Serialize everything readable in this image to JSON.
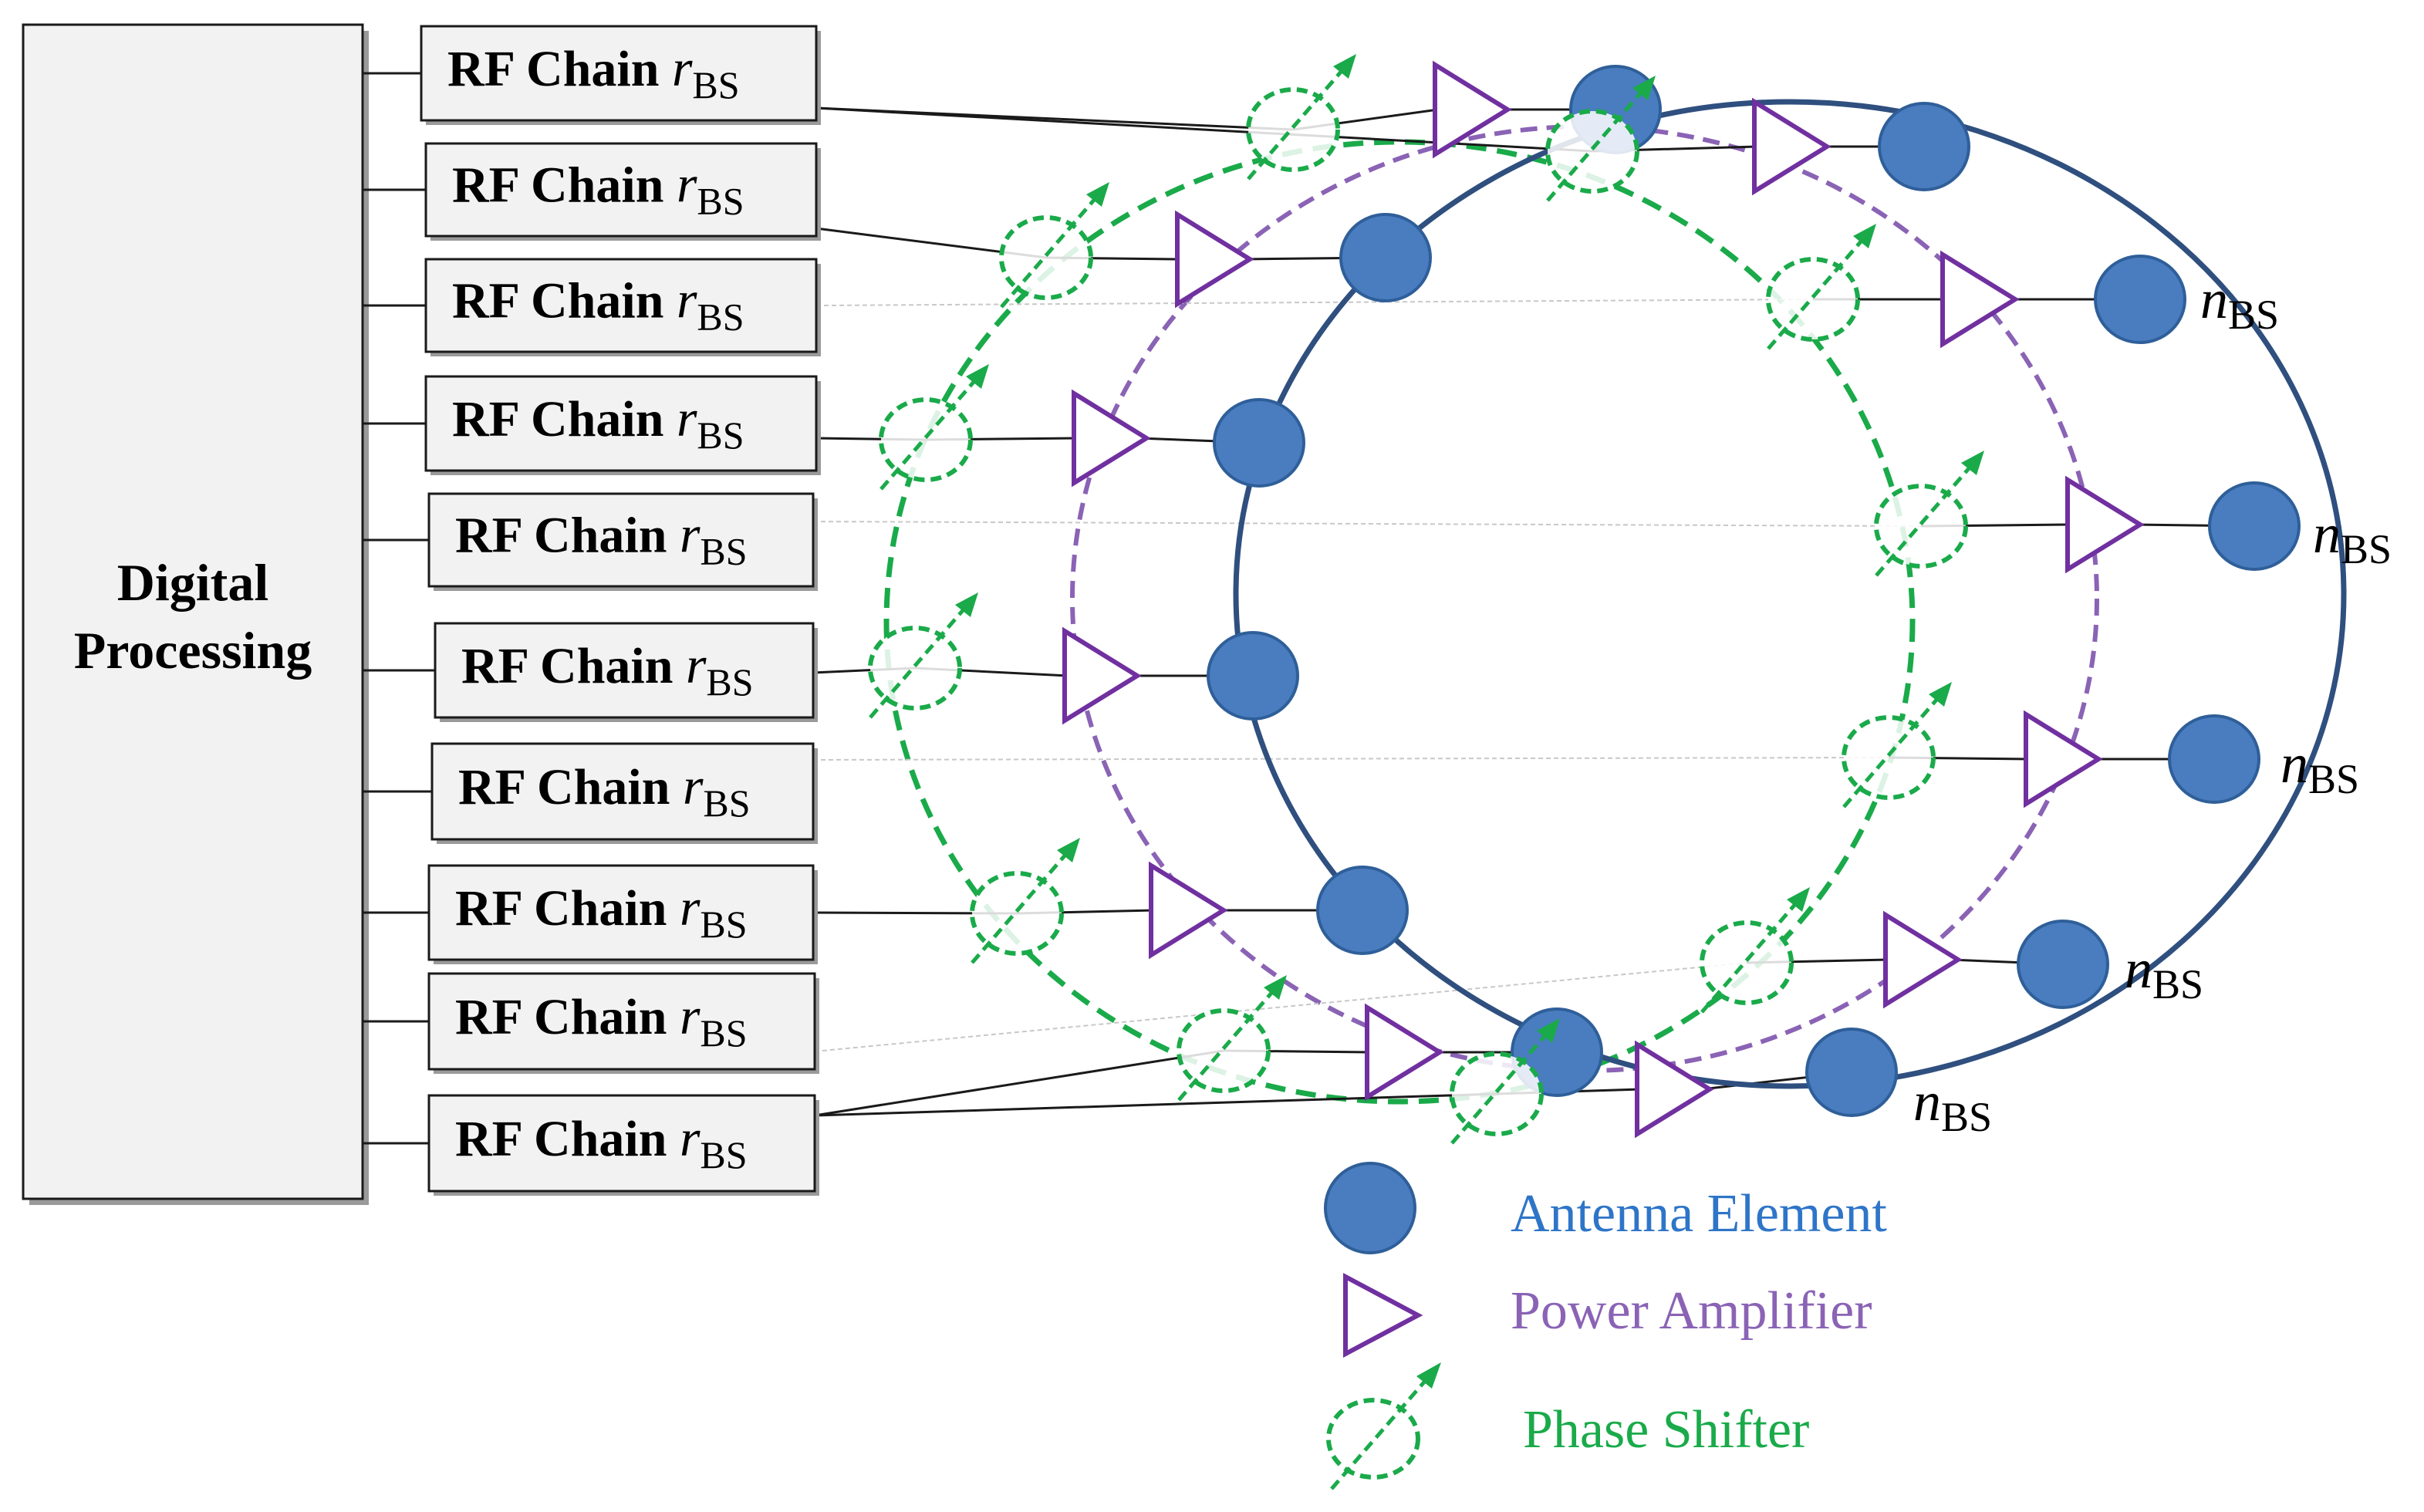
{
  "digital_processing": {
    "line1": "Digital",
    "line2": "Processing"
  },
  "rf_chain": {
    "label": "RF Chain ",
    "symbol": "r",
    "subscript": "BS",
    "count": 10
  },
  "antenna_label": {
    "symbol": "n",
    "subscript": "BS"
  },
  "legend": [
    {
      "icon": "antenna-element-icon",
      "label": "Antenna Element",
      "color": "#2e75c8"
    },
    {
      "icon": "power-amplifier-icon",
      "label": "Power Amplifier",
      "color": "#8a63b5"
    },
    {
      "icon": "phase-shifter-icon",
      "label": "Phase Shifter",
      "color": "#1aaa4a"
    }
  ],
  "colors": {
    "antenna": "#4a7cc0",
    "antenna_ring": "#2f4f7f",
    "power_amplifier": "#7030a0",
    "phase_shifter": "#1aaa4a",
    "pa_ring": "#8a63b5"
  }
}
